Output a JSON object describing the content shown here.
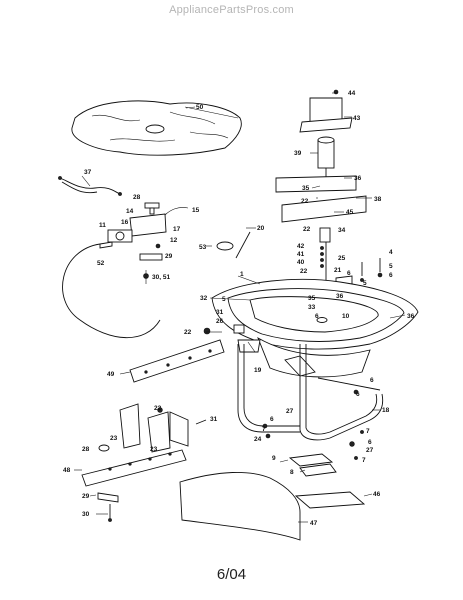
{
  "header": {
    "watermark": "AppliancePartsPros.com"
  },
  "footer": {
    "date_code": "6/04"
  },
  "callouts": {
    "c1": "1",
    "c4": "4",
    "c5a": "5",
    "c5b": "5",
    "c5c": "5",
    "c6a": "6",
    "c6b": "6",
    "c6c": "6",
    "c6d": "6",
    "c6e": "6",
    "c6f": "6",
    "c7a": "7",
    "c7b": "7",
    "c7c": "7",
    "c8": "8",
    "c9": "9",
    "c10": "10",
    "c11": "11",
    "c12": "12",
    "c14": "14",
    "c15": "15",
    "c16": "16",
    "c17": "17",
    "c18": "18",
    "c19": "19",
    "c20": "20",
    "c21": "21",
    "c22a": "22",
    "c22b": "22",
    "c22c": "22",
    "c23a": "23",
    "c23b": "23",
    "c24": "24",
    "c25": "25",
    "c26": "26",
    "c27a": "27",
    "c27b": "27",
    "c28a": "28",
    "c28b": "28",
    "c29a": "29",
    "c29b": "29",
    "c30a": "30, 51",
    "c30b": "30",
    "c31a": "31",
    "c31b": "31",
    "c32": "32",
    "c33": "33",
    "c34": "34",
    "c35a": "35",
    "c35b": "35",
    "c36a": "36",
    "c36b": "36",
    "c36c": "36",
    "c37": "37",
    "c38": "38",
    "c39": "39",
    "c40": "40",
    "c41": "41",
    "c42": "42",
    "c43": "43",
    "c44": "44",
    "c45": "45",
    "c46": "46",
    "c47": "47",
    "c48": "48",
    "c49": "49",
    "c50": "50",
    "c52": "52",
    "c53": "53"
  }
}
